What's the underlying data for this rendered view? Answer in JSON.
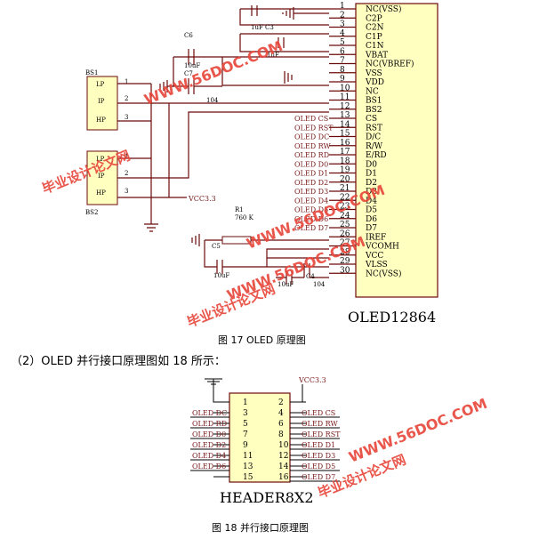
{
  "figure17": {
    "part_name": "OLED12864",
    "caption": "图 17 OLED 原理图",
    "pins": [
      {
        "no": "1",
        "name": "NC(VSS)"
      },
      {
        "no": "2",
        "name": "C2P"
      },
      {
        "no": "3",
        "name": "C2N"
      },
      {
        "no": "4",
        "name": "C1P"
      },
      {
        "no": "5",
        "name": "C1N"
      },
      {
        "no": "6",
        "name": "VBAT"
      },
      {
        "no": "7",
        "name": "NC(VBREF)"
      },
      {
        "no": "8",
        "name": "VSS"
      },
      {
        "no": "9",
        "name": "VDD"
      },
      {
        "no": "10",
        "name": "NC"
      },
      {
        "no": "11",
        "name": "BS1"
      },
      {
        "no": "12",
        "name": "BS2"
      },
      {
        "no": "13",
        "name": "CS"
      },
      {
        "no": "14",
        "name": "RST"
      },
      {
        "no": "15",
        "name": "D/C"
      },
      {
        "no": "16",
        "name": "R/W"
      },
      {
        "no": "17",
        "name": "E/RD"
      },
      {
        "no": "18",
        "name": "D0"
      },
      {
        "no": "19",
        "name": "D1"
      },
      {
        "no": "20",
        "name": "D2"
      },
      {
        "no": "21",
        "name": "D3"
      },
      {
        "no": "22",
        "name": "D4"
      },
      {
        "no": "23",
        "name": "D5"
      },
      {
        "no": "24",
        "name": "D6"
      },
      {
        "no": "25",
        "name": "D7"
      },
      {
        "no": "26",
        "name": "IREF"
      },
      {
        "no": "27",
        "name": "VCOMH"
      },
      {
        "no": "28",
        "name": "VCC"
      },
      {
        "no": "29",
        "name": "VLSS"
      },
      {
        "no": "30",
        "name": "NC(VSS)"
      }
    ],
    "net_labels": [
      "OLED CS",
      "OLED RST",
      "OLED DC",
      "OLED RW",
      "OLED RD",
      "OLED D0",
      "OLED D1",
      "OLED D2",
      "OLED D3",
      "OLED D4",
      "OLED D5",
      "OLED D6",
      "OLED D7"
    ],
    "bs1": {
      "ref": "BS1",
      "pins": [
        "LP",
        "IP",
        "HP"
      ],
      "nums": [
        "1",
        "2",
        "3"
      ]
    },
    "bs2": {
      "ref": "BS2",
      "pins": [
        "LP",
        "IP",
        "HP"
      ],
      "nums": [
        "1",
        "2",
        "3"
      ]
    },
    "vcc_label": "VCC3.3",
    "components": {
      "c1_ref": "1uF",
      "c3_ref": "C3",
      "c3_val": "1uF",
      "c6_ref": "C6",
      "c6_val": "10uF",
      "c7_ref": "C7",
      "c7_val": "104",
      "r1_ref": "R1",
      "r1_val": "760 K",
      "c5_ref": "C5",
      "c5_val": "10uF",
      "c4_ref": "C4",
      "c4_val": "104",
      "c2_val": "10uF"
    }
  },
  "heading": "（2）OLED 并行接口原理图如 18 所示：",
  "figure18": {
    "part_name": "HEADER8X2",
    "caption": "图 18 并行接口原理图",
    "vcc_label": "VCC3.3",
    "left_labels": [
      "OLED DC",
      "OLED RD",
      "OLED D0",
      "OLED D2",
      "OLED D4",
      "OLED D6"
    ],
    "right_labels": [
      "OLED CS",
      "OLED RW",
      "OLED RST",
      "OLED D1",
      "OLED D3",
      "OLED D5",
      "OLED D7"
    ],
    "left_nums": [
      "1",
      "3",
      "5",
      "7",
      "9",
      "11",
      "13",
      "15"
    ],
    "right_nums": [
      "2",
      "4",
      "6",
      "8",
      "10",
      "12",
      "14",
      "16"
    ]
  },
  "watermarks": {
    "url": "WWW.56DOC.COM",
    "cn": "毕业设计论文网"
  }
}
